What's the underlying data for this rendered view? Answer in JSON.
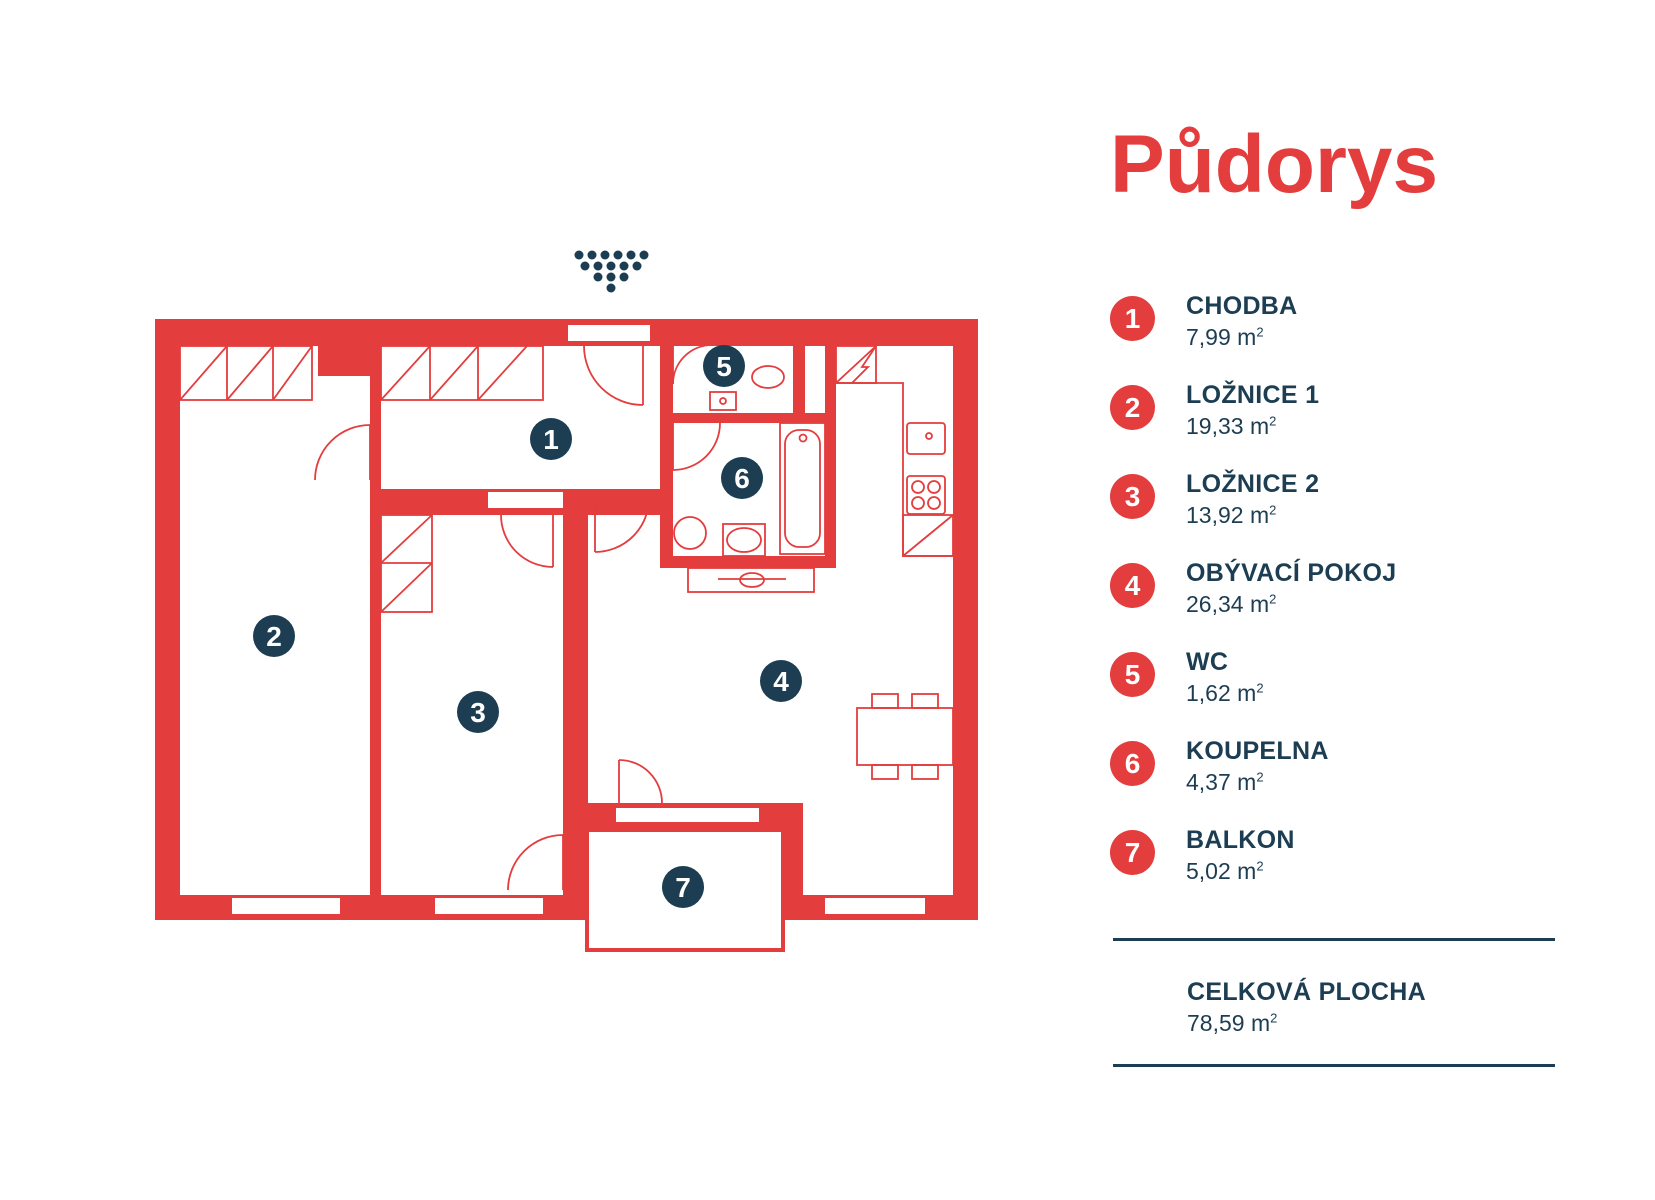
{
  "title": "Půdorys",
  "colors": {
    "accent": "#e33d3d",
    "navy": "#1c3d52",
    "background": "#ffffff"
  },
  "rooms": [
    {
      "number": "1",
      "name": "CHODBA",
      "area": "7,99",
      "unit": "m",
      "unit_sup": "2"
    },
    {
      "number": "2",
      "name": "LOŽNICE 1",
      "area": "19,33",
      "unit": "m",
      "unit_sup": "2"
    },
    {
      "number": "3",
      "name": "LOŽNICE 2",
      "area": "13,92",
      "unit": "m",
      "unit_sup": "2"
    },
    {
      "number": "4",
      "name": "OBÝVACÍ POKOJ",
      "area": "26,34",
      "unit": "m",
      "unit_sup": "2"
    },
    {
      "number": "5",
      "name": "WC",
      "area": "1,62",
      "unit": "m",
      "unit_sup": "2"
    },
    {
      "number": "6",
      "name": "KOUPELNA",
      "area": "4,37",
      "unit": "m",
      "unit_sup": "2"
    },
    {
      "number": "7",
      "name": "BALKON",
      "area": "5,02",
      "unit": "m",
      "unit_sup": "2"
    }
  ],
  "total": {
    "label": "CELKOVÁ PLOCHA",
    "area": "78,59",
    "unit": "m",
    "unit_sup": "2"
  },
  "icons": {
    "compass": "north-arrow-dots-icon"
  }
}
